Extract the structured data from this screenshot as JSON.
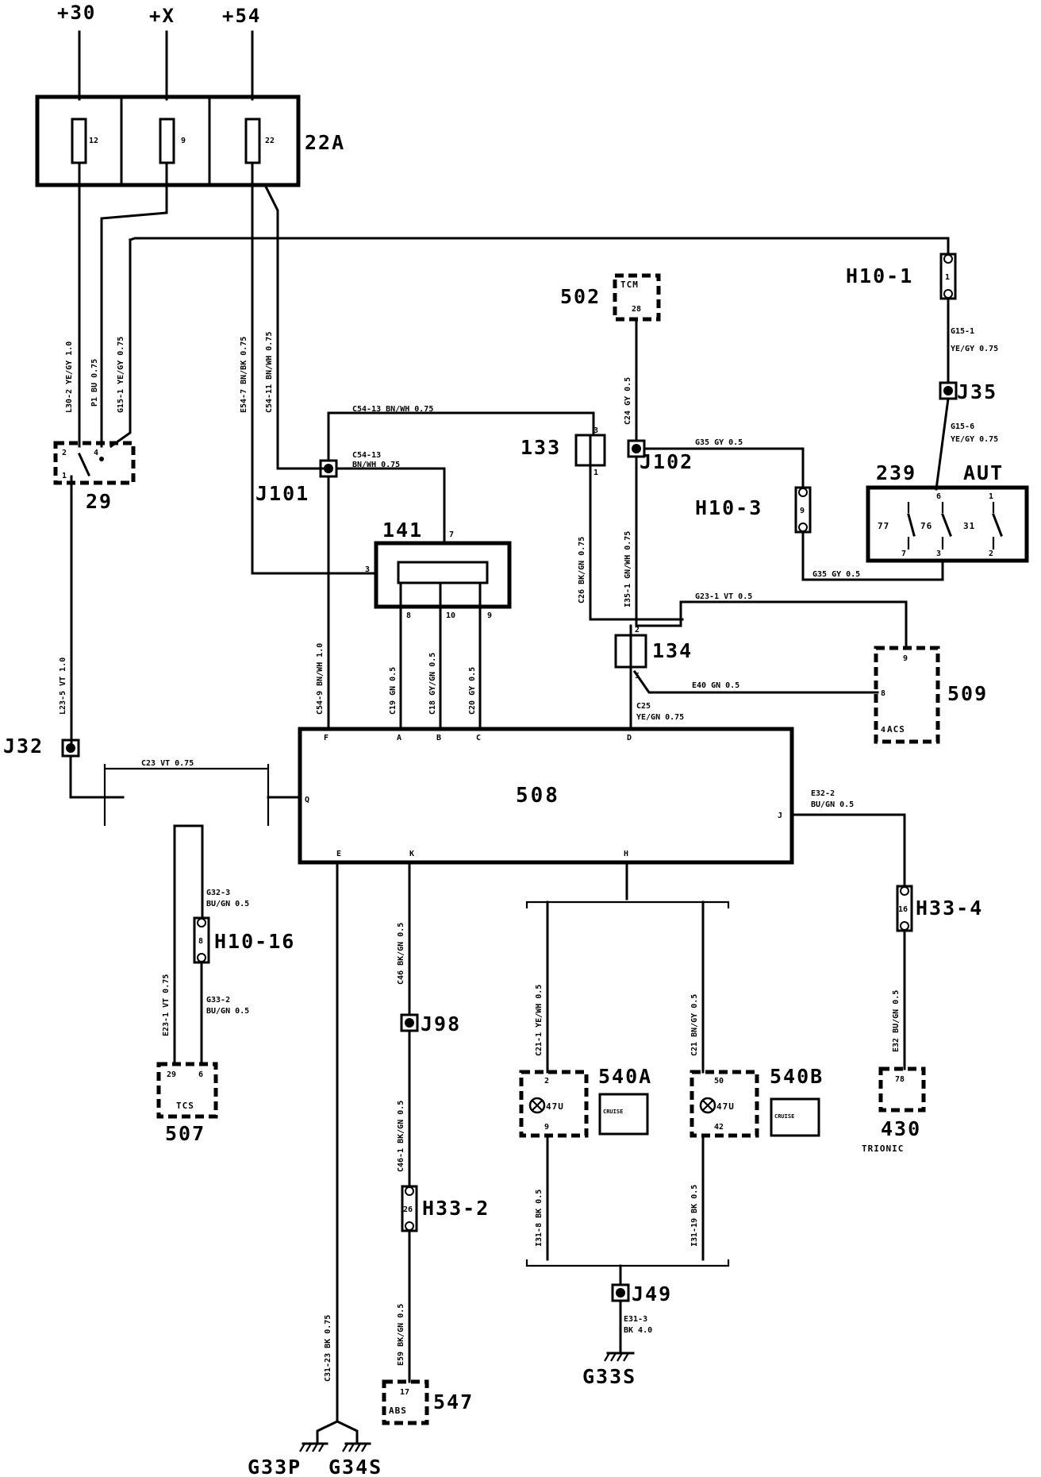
{
  "supply": {
    "plus30": "+30",
    "plusX": "+X",
    "plus54": "+54"
  },
  "fusebox": {
    "name": "22A",
    "fuse_a": "12",
    "fuse_b": "9",
    "fuse_c": "22"
  },
  "components": {
    "c29": "29",
    "c141": "141",
    "c133": "133",
    "c134": "134",
    "c502": "502",
    "tcm": "TCM",
    "c239": "239",
    "aut": "AUT",
    "c508": "508",
    "c509": "509",
    "acs": "ACS",
    "c507": "507",
    "tcs": "TCS",
    "c540a": "540A",
    "c540b": "540B",
    "c430": "430",
    "trionic": "TRIONIC",
    "c547": "547",
    "abs": "ABS",
    "lamp": "47U",
    "unit": "CRUISE"
  },
  "connectors": {
    "h10_1": "H10-1",
    "h10_3": "H10-3",
    "h10_16": "H10-16",
    "h33_2": "H33-2",
    "h33_4": "H33-4",
    "j32": "J32",
    "j35": "J35",
    "j49": "J49",
    "j98": "J98",
    "j101": "J101",
    "j102": "J102"
  },
  "grounds": {
    "g33p": "G33P",
    "g34s": "G34S",
    "g33s": "G33S"
  },
  "switch_pins": {
    "p77": "77",
    "p76": "76",
    "p31": "31"
  },
  "wires": {
    "l30_2": "L30-2 YE/GY 1.0",
    "p1": "P1 BU 0.75",
    "g15_1": "G15-1 YE/GY 0.75",
    "e54_7": "E54-7 BN/BK 0.75",
    "c54_11": "C54-11 BN/WH 0.75",
    "c54_13a": "C54-13 BN/WH 0.75",
    "c54_13b_a": "C54-13",
    "c54_13b_b": "BN/WH 0.75",
    "c24": "C24 GY 0.5",
    "g35_top": "G35 GY 0.5",
    "g15_1r_a": "G15-1",
    "g15_1r_b": "YE/GY 0.75",
    "g15_6_a": "G15-6",
    "g15_6_b": "YE/GY 0.75",
    "g35_bot": "G35 GY 0.5",
    "c26": "C26 BK/GN 0.75",
    "i35_1": "I35-1 GN/WH 0.75",
    "g23_1": "G23-1 VT 0.5",
    "e40": "E40 GN 0.5",
    "c25_a": "C25",
    "c25_b": "YE/GN 0.75",
    "l23_5": "L23-5 VT 1.0",
    "c54_9": "C54-9 BN/WH 1.0",
    "c19": "C19 GN 0.5",
    "c18": "C18 GY/GN 0.5",
    "c20": "C20 GY 0.5",
    "c23": "C23 VT 0.75",
    "e32_2_a": "E32-2",
    "e32_2_b": "BU/GN 0.5",
    "g32_3_a": "G32-3",
    "g32_3_b": "BU/GN 0.5",
    "g33_2_a": "G33-2",
    "g33_2_b": "BU/GN 0.5",
    "e23_1": "E23-1 VT 0.75",
    "c46": "C46 BK/GN 0.5",
    "c46_1": "C46-1 BK/GN 0.5",
    "e59": "E59 BK/GN 0.5",
    "c31_23": "C31-23 BK 0.75",
    "c21_1": "C21-1 YE/WH 0.5",
    "c21": "C21 BN/GY 0.5",
    "i31_8": "I31-8 BK 0.5",
    "i31_19": "I31-19 BK 0.5",
    "e32": "E32 BU/GN 0.5",
    "e31_3_a": "E31-3",
    "e31_3_b": "BK 4.0"
  },
  "pins": {
    "h10_1": "1",
    "tcm": "28",
    "c133_top": "3",
    "c133_bot": "1",
    "h10_3": "9",
    "c239_a": "6",
    "c239_b": "1",
    "c239_c": "7",
    "c239_d": "3",
    "c239_e": "2",
    "c29_a": "2",
    "c29_b": "4",
    "c29_c": "1",
    "c141_3": "3",
    "c141_7": "7",
    "c141_8": "8",
    "c141_10": "10",
    "c141_9": "9",
    "c134_top": "2",
    "c134_bot": "5",
    "c509_a": "9",
    "c509_b": "8",
    "c509_c": "4",
    "e508_f": "F",
    "e508_a": "A",
    "e508_b": "B",
    "e508_c": "C",
    "e508_d": "D",
    "e508_q": "Q",
    "e508_j": "J",
    "e508_e": "E",
    "e508_k": "K",
    "e508_h": "H",
    "h10_16": "8",
    "c507_a": "29",
    "c507_b": "6",
    "h33_2": "26",
    "h33_4": "16",
    "c430": "78",
    "c540a_a": "2",
    "c540a_b": "9",
    "c540b_a": "50",
    "c540b_b": "42",
    "c547": "17"
  }
}
